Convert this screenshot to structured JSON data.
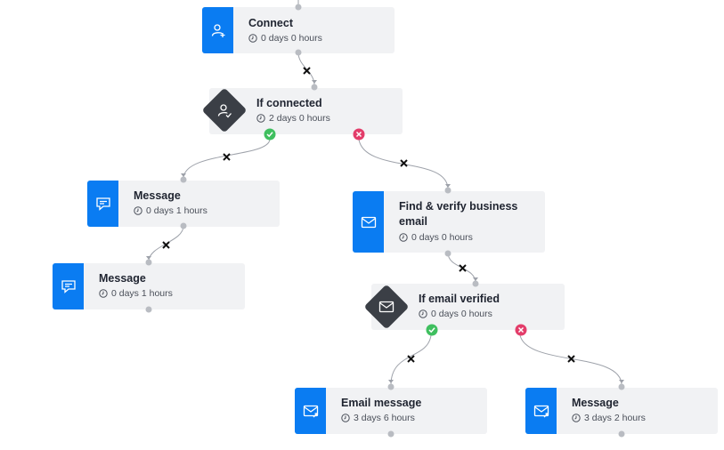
{
  "colors": {
    "accent": "#0a7cf2",
    "condition": "#3b3f46",
    "success": "#3fbf5f",
    "failure": "#e33d6a",
    "card": "#f1f2f4",
    "connector": "#b9bcc2"
  },
  "nodes": {
    "connect": {
      "title": "Connect",
      "duration": "0 days 0 hours",
      "icon": "person-add-icon"
    },
    "if_connected": {
      "title": "If connected",
      "duration": "2 days 0 hours",
      "icon": "person-check-icon"
    },
    "message_1": {
      "title": "Message",
      "duration": "0 days 1 hours",
      "icon": "chat-icon"
    },
    "message_2": {
      "title": "Message",
      "duration": "0 days 1 hours",
      "icon": "chat-icon"
    },
    "find_email": {
      "title_line1": "Find & verify business",
      "title_line2": "email",
      "duration": "0 days 0 hours",
      "icon": "envelope-check-icon"
    },
    "if_email_verified": {
      "title": "If email verified",
      "duration": "0 days 0 hours",
      "icon": "envelope-check-icon"
    },
    "email_message": {
      "title": "Email message",
      "duration": "3 days 6 hours",
      "icon": "envelope-send-icon"
    },
    "message_3": {
      "title": "Message",
      "duration": "3 days 2 hours",
      "icon": "envelope-send-icon"
    }
  }
}
